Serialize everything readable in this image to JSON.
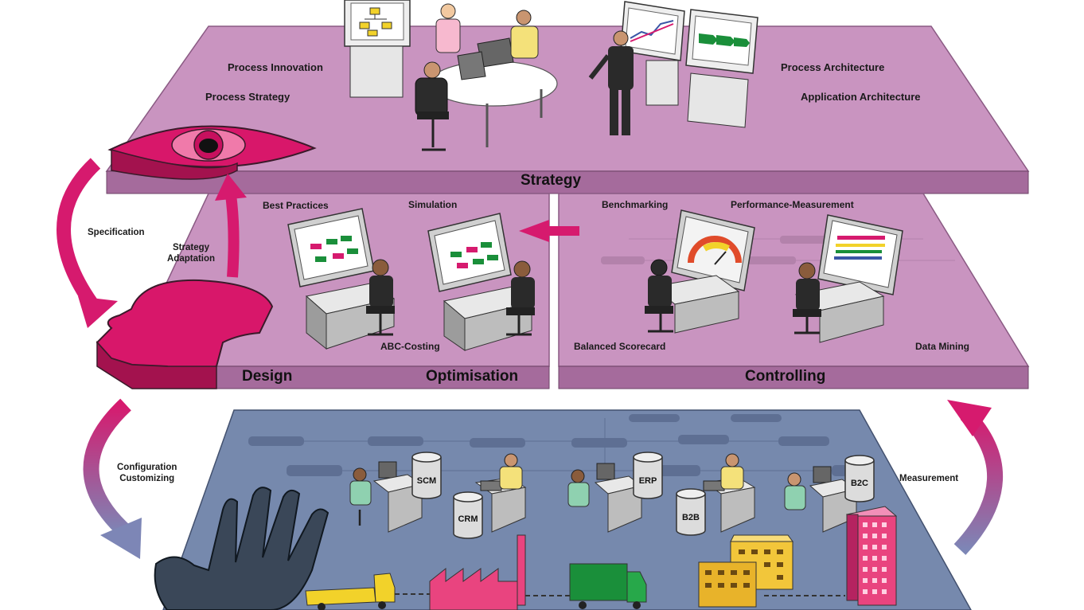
{
  "top_layer": {
    "band_label": "Strategy",
    "left_labels": [
      "Process Innovation",
      "Process Strategy"
    ],
    "right_labels": [
      "Process Architecture",
      "Application Architecture"
    ]
  },
  "middle_layer": {
    "left": {
      "band_labels": [
        "Design",
        "Optimisation"
      ],
      "labels": [
        "Best Practices",
        "Simulation",
        "ABC-Costing"
      ]
    },
    "right": {
      "band_label": "Controlling",
      "labels": [
        "Benchmarking",
        "Performance-Measurement",
        "Balanced Scorecard",
        "Data Mining"
      ]
    }
  },
  "bottom_layer": {
    "systems": [
      "SCM",
      "CRM",
      "ERP",
      "B2B",
      "B2C"
    ]
  },
  "cycle_labels": {
    "specification": "Specification",
    "strategy_adaptation": "Strategy\nAdaptation",
    "configuration": "Configuration\nCustomizing",
    "measurement": "Measurement"
  },
  "colors": {
    "plane_top": "#c994c0",
    "plane_edge": "#a56b9c",
    "arrow": "#d61a6e",
    "bottom_plane": "#7689ad",
    "head": "#d8176a"
  }
}
